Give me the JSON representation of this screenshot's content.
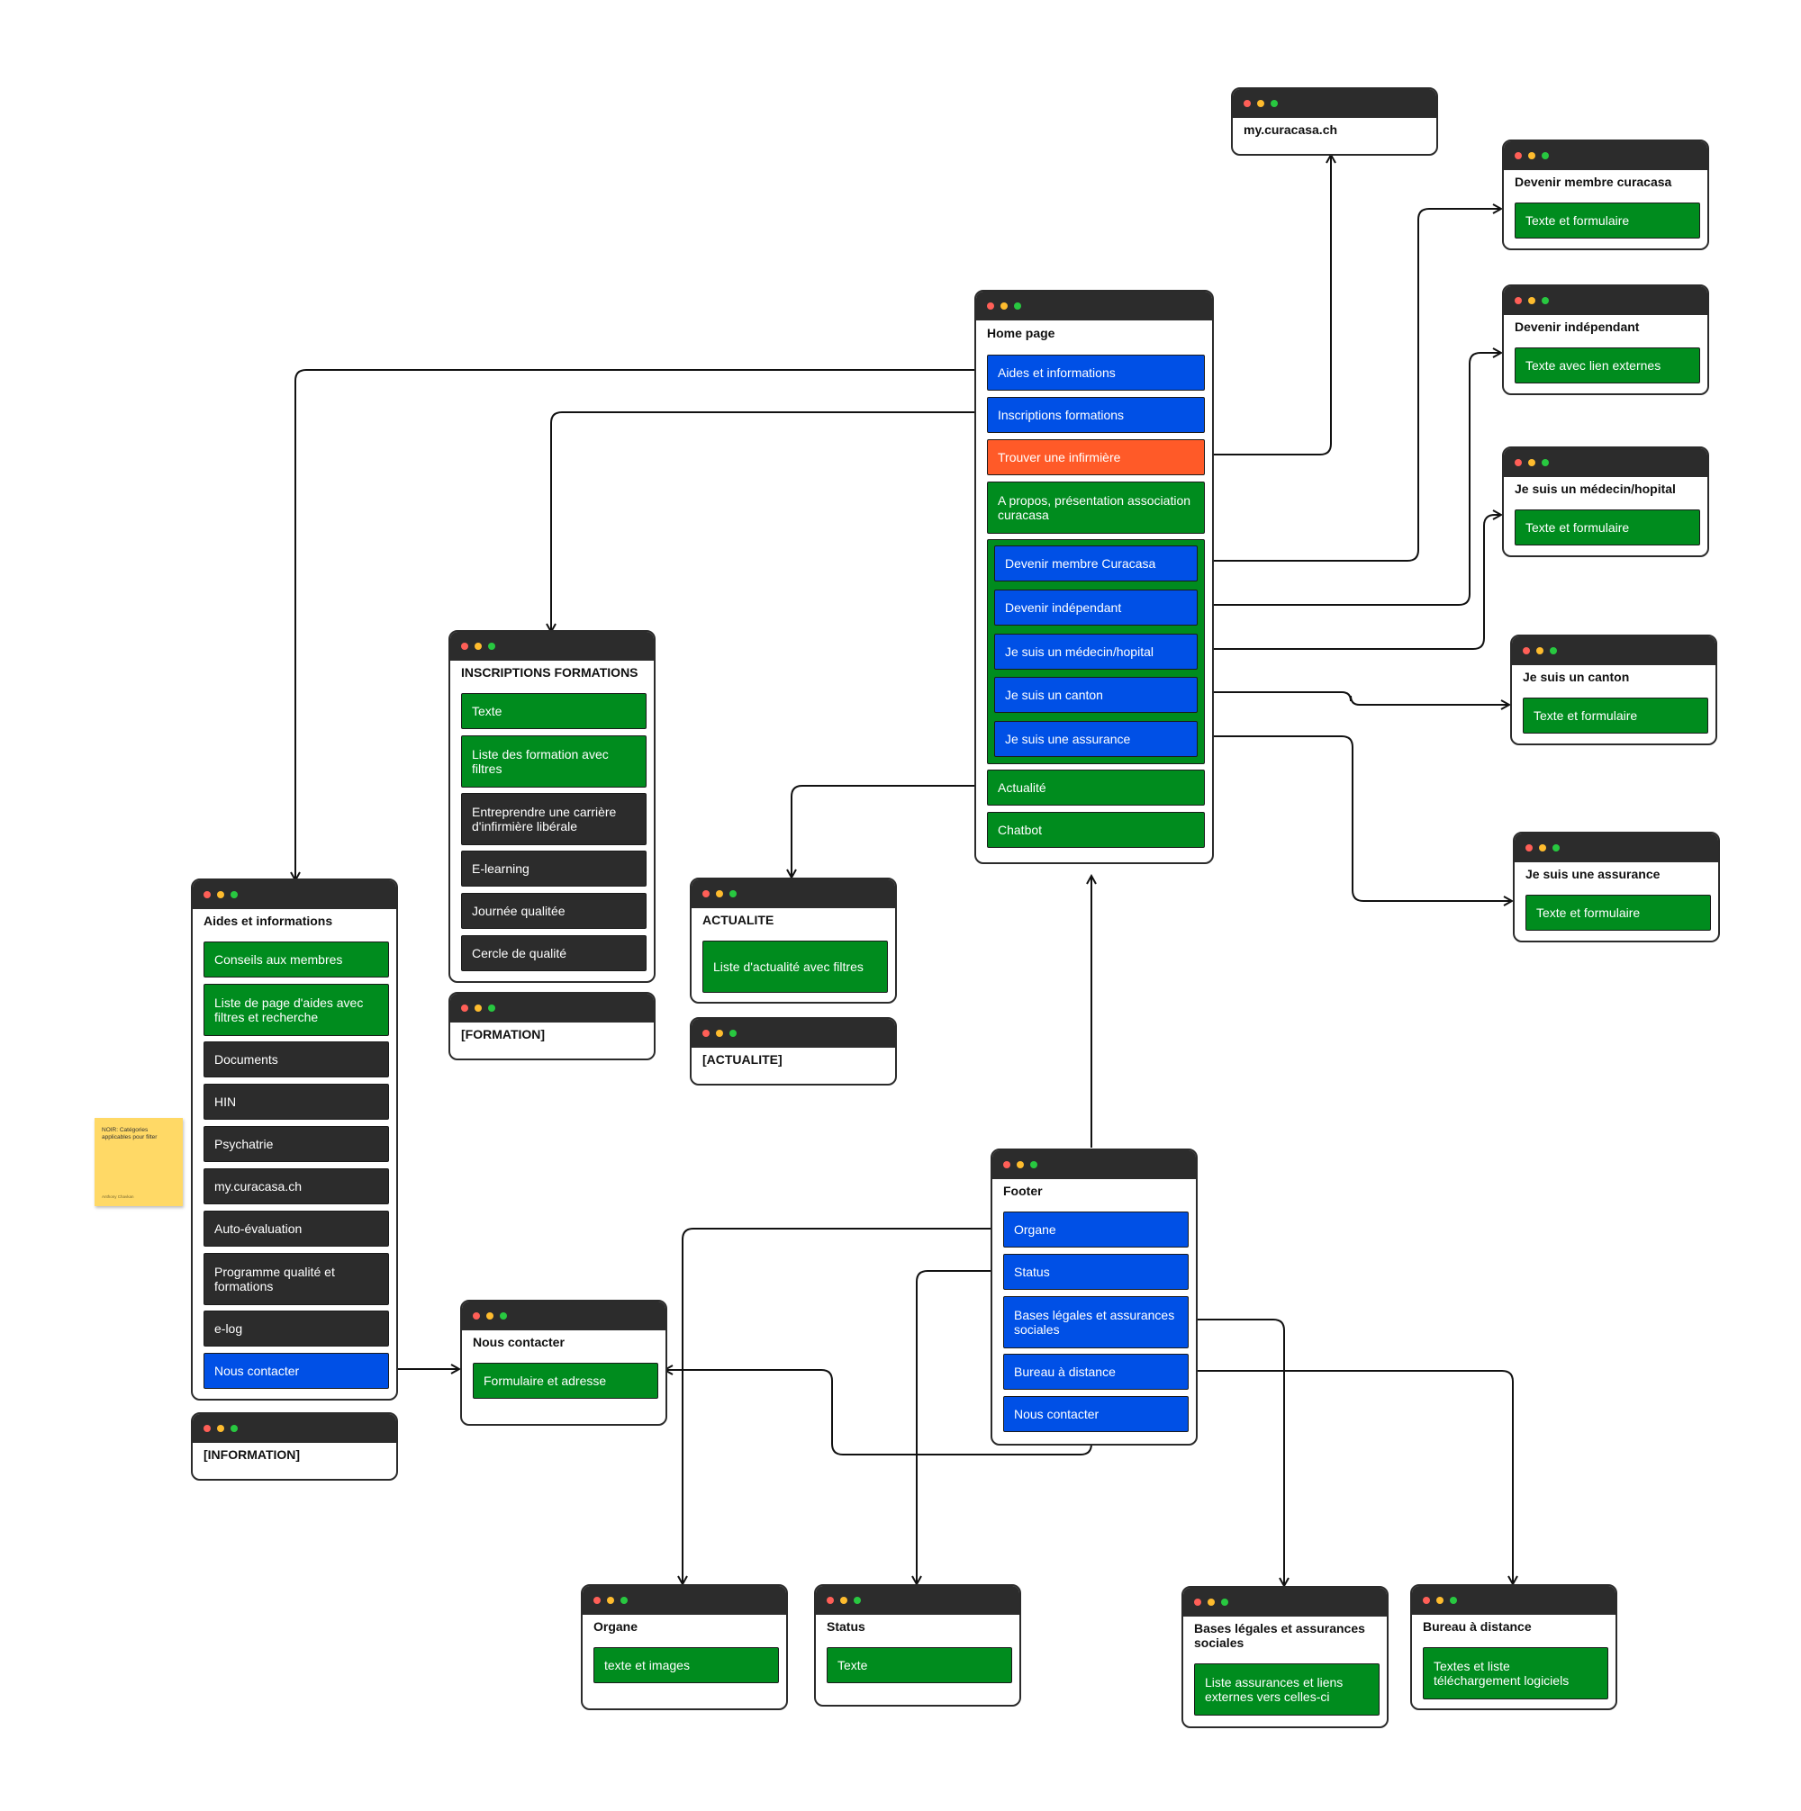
{
  "legend_note": {
    "text": "NOIR: Catégories applicables pour filter",
    "author": "Anthony Chavkan"
  },
  "colors": {
    "green": "#008c1e",
    "blue": "#0050e6",
    "black": "#2c2c2c",
    "orange": "#ff5a28",
    "frame": "#2b2b2b"
  },
  "windows": {
    "mycuracasa": {
      "title": "my.curacasa.ch"
    },
    "home": {
      "title": "Home page",
      "items": [
        "Aides et informations",
        "Inscriptions formations",
        "Trouver une infirmière",
        "A propos, présentation association curacasa"
      ],
      "group": [
        "Devenir membre Curacasa",
        "Devenir indépendant",
        "Je suis un médecin/hopital",
        "Je suis un canton",
        "Je suis une assurance"
      ],
      "items2": [
        "Actualité",
        "Chatbot"
      ]
    },
    "devenir_membre": {
      "title": "Devenir membre curacasa",
      "items": [
        "Texte et formulaire"
      ]
    },
    "devenir_independant": {
      "title": "Devenir indépendant",
      "items": [
        "Texte avec lien externes"
      ]
    },
    "medecin": {
      "title": "Je suis un médecin/hopital",
      "items": [
        "Texte et formulaire"
      ]
    },
    "canton": {
      "title": "Je suis un canton",
      "items": [
        "Texte et formulaire"
      ]
    },
    "assurance": {
      "title": "Je suis une assurance",
      "items": [
        "Texte et formulaire"
      ]
    },
    "inscriptions": {
      "title": "INSCRIPTIONS FORMATIONS",
      "items": [
        "Texte",
        "Liste des formation avec filtres",
        "Entreprendre une carrière d'infirmière libérale",
        "E-learning",
        "Journée qualitée",
        "Cercle de qualité"
      ]
    },
    "formation": {
      "title": "[FORMATION]"
    },
    "actualite": {
      "title": "ACTUALITE",
      "items": [
        "Liste d'actualité avec filtres"
      ]
    },
    "actualite_tpl": {
      "title": "[ACTUALITE]"
    },
    "aides": {
      "title": "Aides et informations",
      "items": [
        "Conseils aux membres",
        "Liste de page d'aides avec filtres et recherche",
        "Documents",
        "HIN",
        "Psychatrie",
        "my.curacasa.ch",
        "Auto-évaluation",
        "Programme qualité et formations",
        "e-log",
        "Nous contacter"
      ]
    },
    "information": {
      "title": "[INFORMATION]"
    },
    "nous_contacter": {
      "title": "Nous contacter",
      "items": [
        "Formulaire et adresse"
      ]
    },
    "footer": {
      "title": "Footer",
      "items": [
        "Organe",
        "Status",
        "Bases légales et assurances sociales",
        "Bureau à distance",
        "Nous contacter"
      ]
    },
    "organe": {
      "title": "Organe",
      "items": [
        "texte et images"
      ]
    },
    "status": {
      "title": "Status",
      "items": [
        "Texte"
      ]
    },
    "bases": {
      "title": "Bases légales et assurances sociales",
      "items": [
        "Liste assurances et liens externes vers celles-ci"
      ]
    },
    "bureau": {
      "title": "Bureau à distance",
      "items": [
        "Textes et liste téléchargement logiciels"
      ]
    }
  }
}
